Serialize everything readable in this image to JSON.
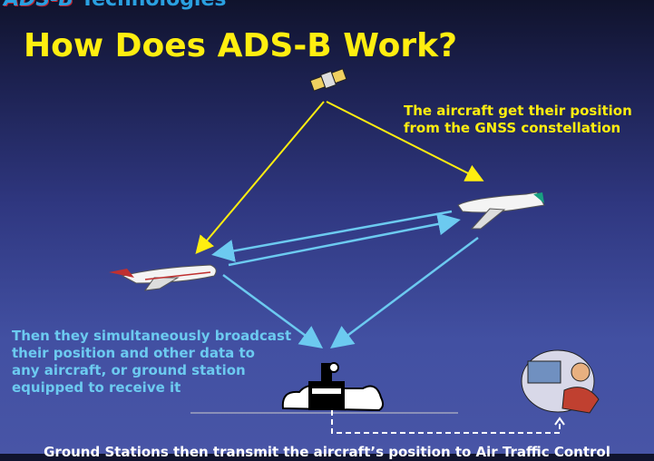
{
  "logo": {
    "part1": "ADS-B",
    "part2": "Technologies"
  },
  "title": "How Does ADS-B Work?",
  "captions": {
    "gnss": [
      "The aircraft get their position",
      "from the GNSS constellation"
    ],
    "broadcast": [
      "Then they simultaneously broadcast",
      "their position and other data to",
      "any aircraft, or ground station",
      "equipped to receive it"
    ],
    "ground": "Ground Stations then transmit the aircraft’s position to Air Traffic Control"
  },
  "colors": {
    "title": "#ffee10",
    "gnss_arrow": "#ffee10",
    "broadcast_arrow": "#6ccaf0"
  }
}
